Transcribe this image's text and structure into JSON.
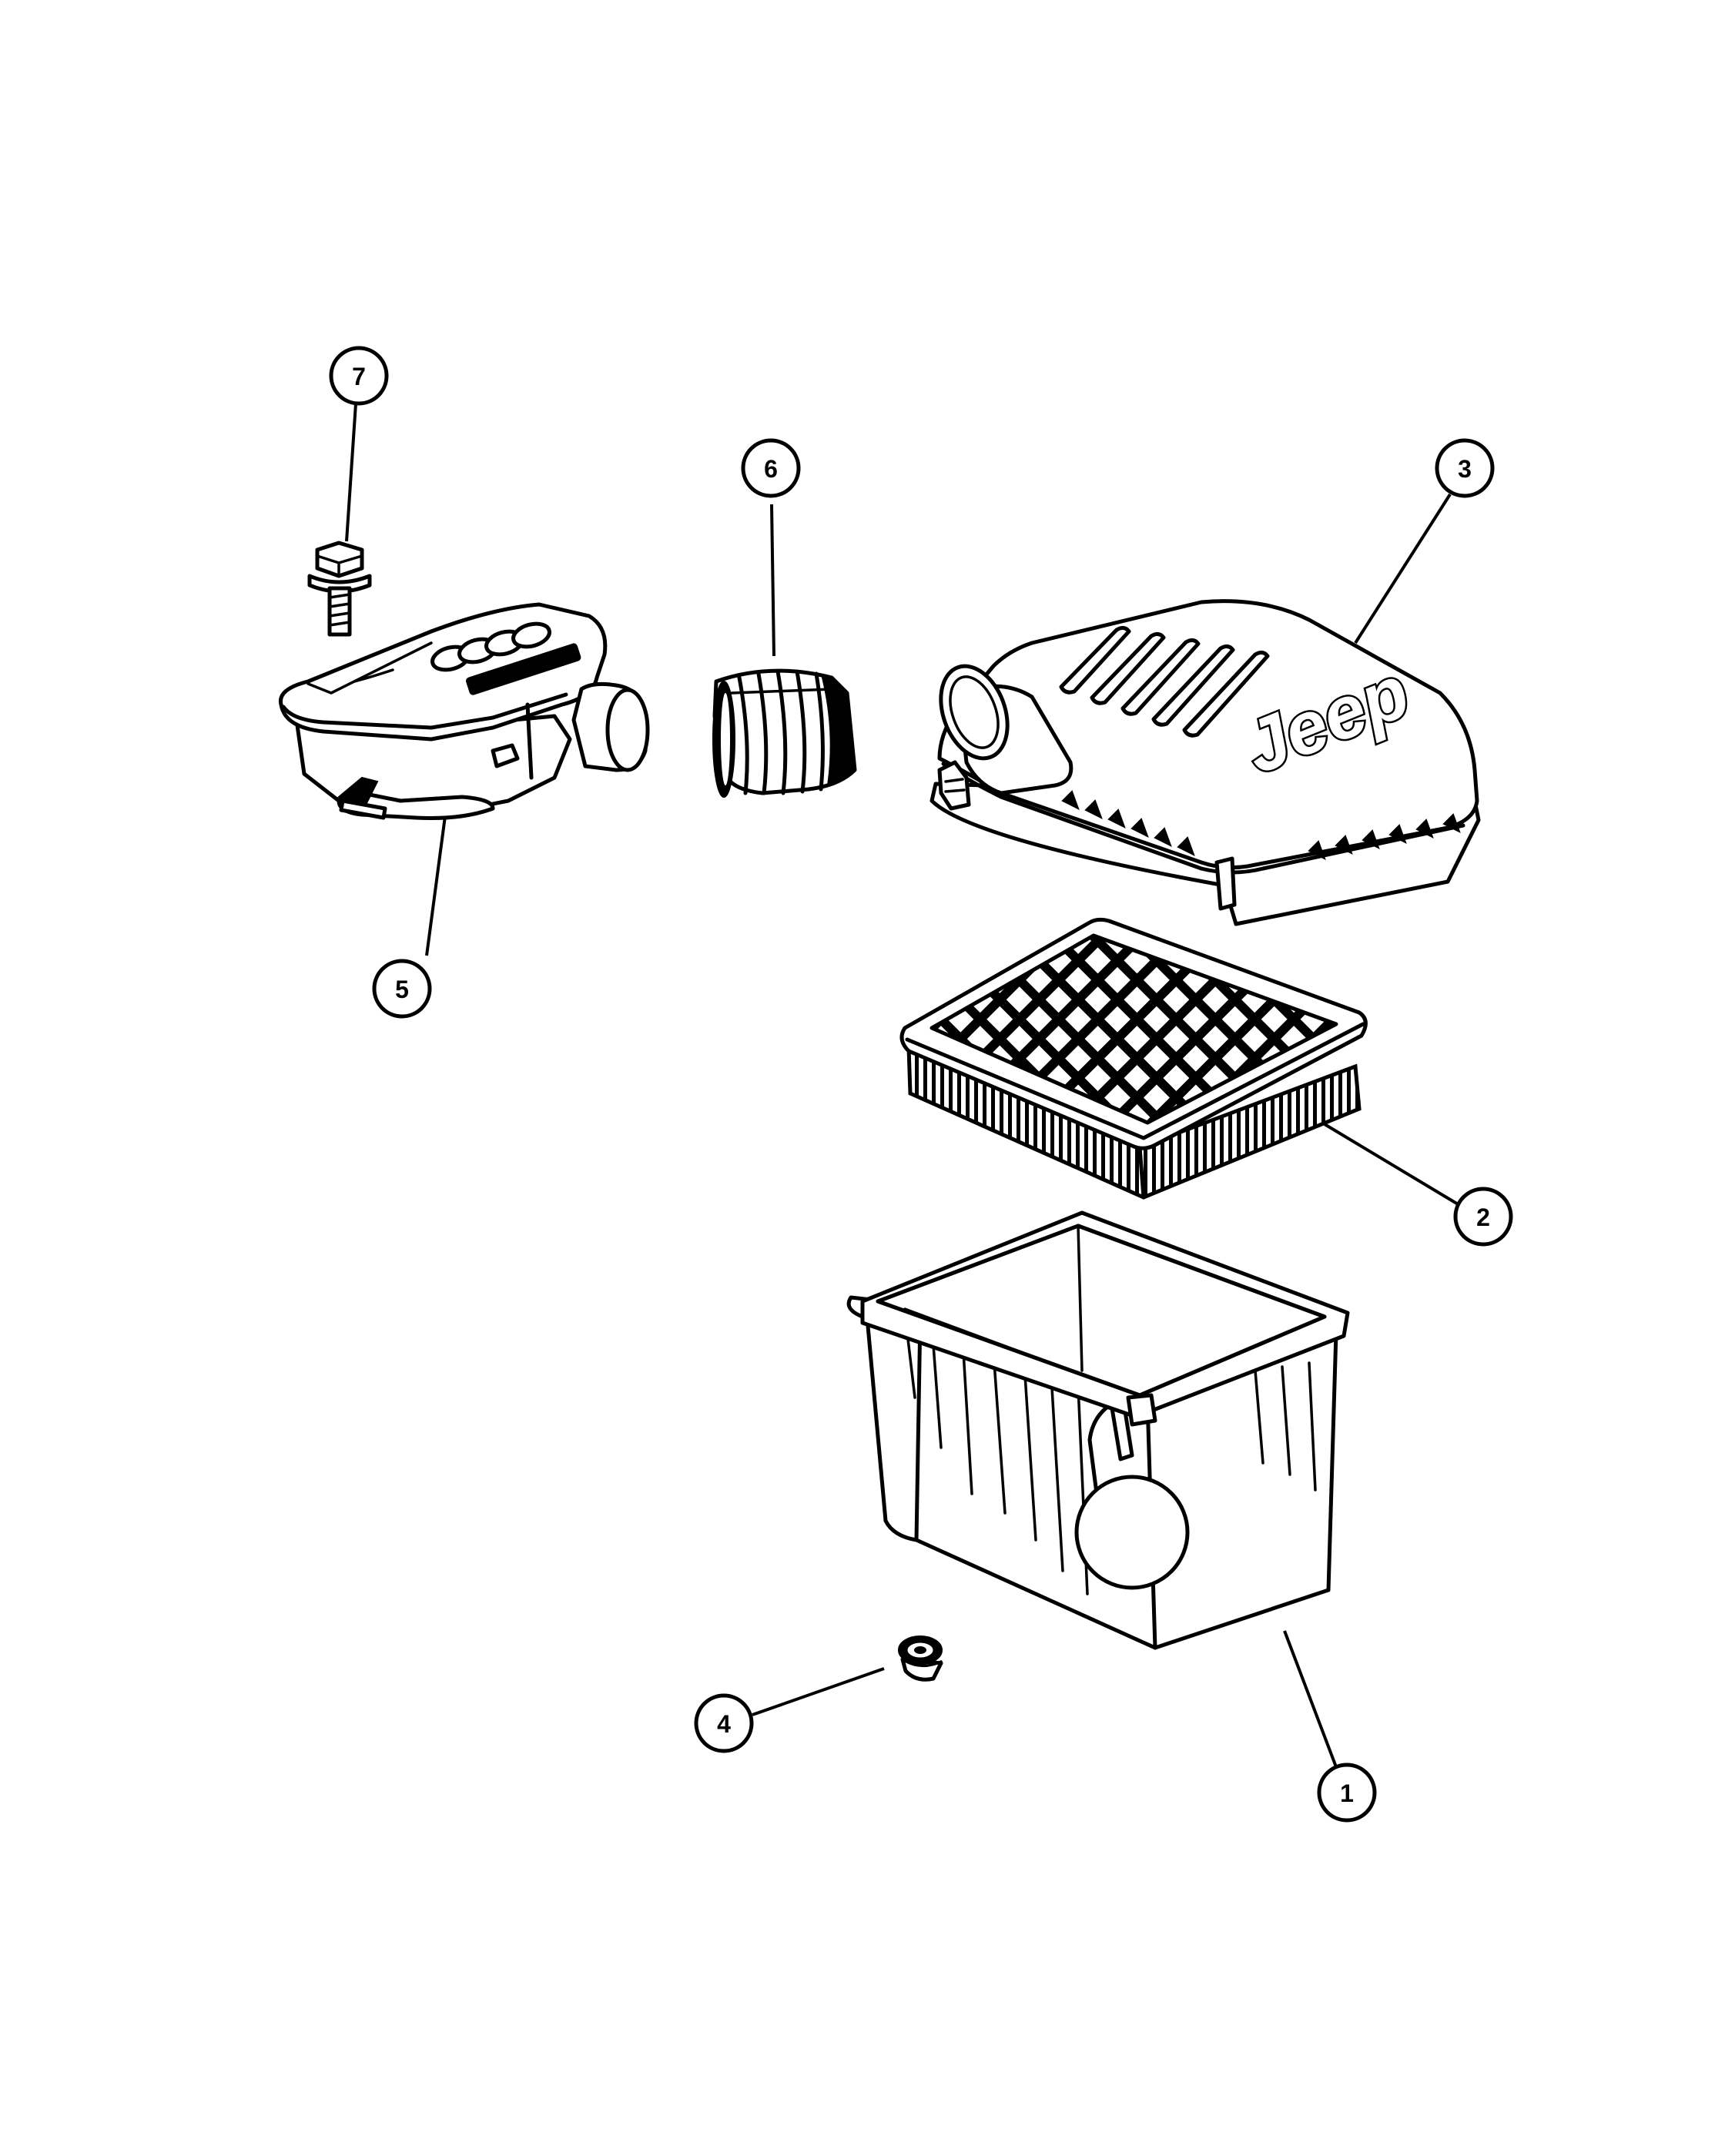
{
  "callouts": [
    "1",
    "2",
    "3",
    "4",
    "5",
    "6",
    "7"
  ],
  "parts": {
    "air_box_lower": {
      "callout": "1"
    },
    "air_filter": {
      "callout": "2"
    },
    "air_box_cover": {
      "callout": "3",
      "logo": "Jeep"
    },
    "nut": {
      "callout": "4"
    },
    "resonator": {
      "callout": "5"
    },
    "hose": {
      "callout": "6"
    },
    "bolt": {
      "callout": "7"
    }
  }
}
